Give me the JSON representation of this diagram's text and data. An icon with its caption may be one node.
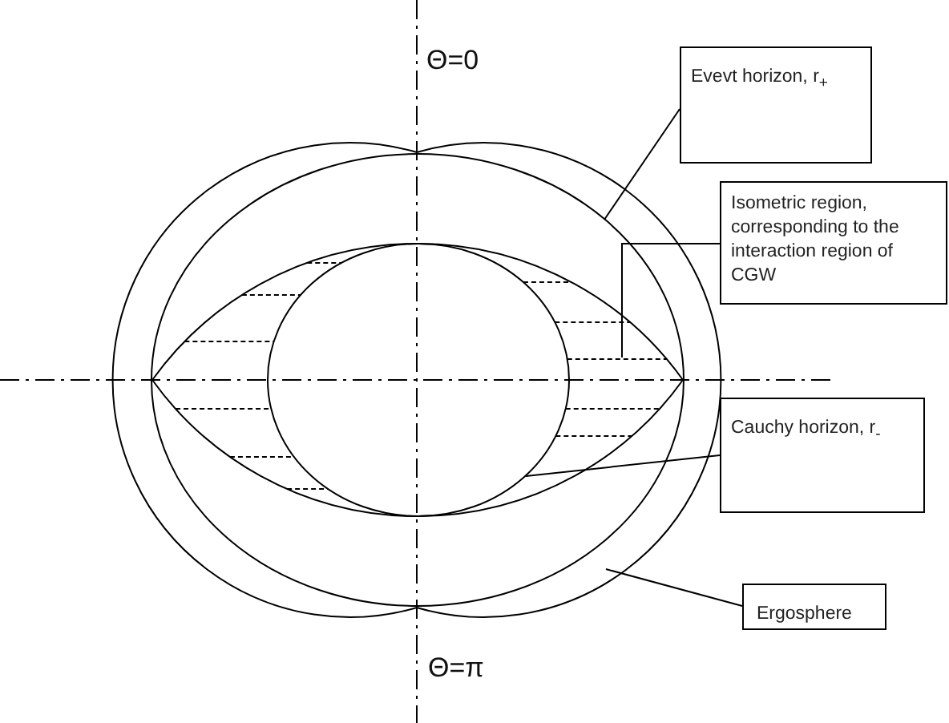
{
  "diagram": {
    "nodes": [
      {
        "text": [
          "Evevt horizon, r$_{+}$"
        ]
      },
      {
        "text": [],
        "shape": "circle"
      },
      {
        "text": [
          "Isometric region, corresponding to the interaction region of CGW"
        ]
      },
      {
        "text": [],
        "shape": "region",
        "in": 1
      },
      {
        "text": [
          "Cauchy horizon,  r$_{-}$"
        ]
      },
      {
        "text": [],
        "shape": "circle",
        "in": 1
      },
      {
        "text": [
          "Ergosphere"
        ]
      }
    ],
    "edges": [
      {
        "from": 0,
        "to": 1,
        "arrow": "none"
      },
      {
        "from": 2,
        "to": 3,
        "arrow": "none"
      },
      {
        "from": 4,
        "to": 5,
        "arrow": "none"
      },
      {
        "from": 6,
        "to": null,
        "arrow": "none"
      }
    ],
    "labels": [
      "Θ=0",
      "Θ=π"
    ]
  }
}
